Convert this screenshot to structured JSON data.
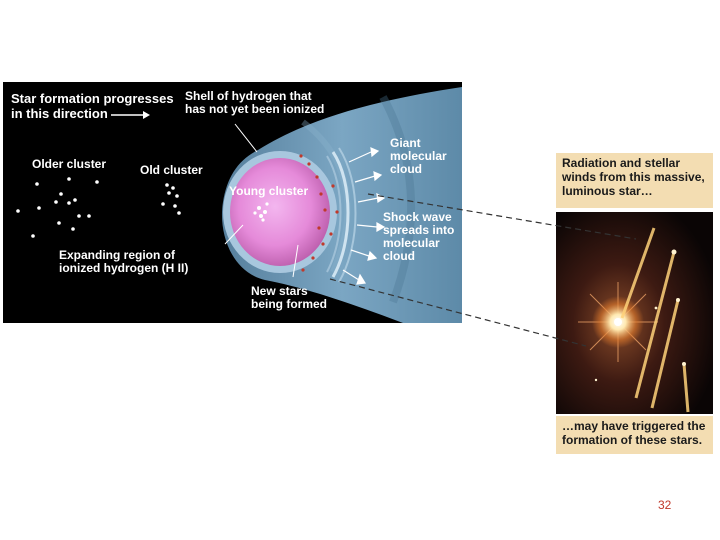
{
  "main_panel": {
    "title_line": "Star formation progresses\nin this direction",
    "shell_label": "Shell of hydrogen that\nhas not yet been ionized",
    "older_cluster_label": "Older cluster",
    "old_cluster_label": "Old cluster",
    "young_cluster_label": "Young cluster",
    "giant_cloud_label": "Giant\nmolecular\ncloud",
    "shock_wave_label": "Shock wave\nspreads into\nmolecular\ncloud",
    "expanding_region_label": "Expanding region of\nionized hydrogen (H II)",
    "new_stars_label": "New stars\nbeing formed"
  },
  "inset": {
    "caption_top": "Radiation and stellar\nwinds from this massive,\nluminous star…",
    "caption_bottom": "…may have triggered the\nformation of these stars."
  },
  "colors": {
    "panel_background": "#000000",
    "cloud": "#6a95b4",
    "young_cluster": "#e58ad9",
    "caption_background": "#f3ddb2",
    "page_number": "#c0392b"
  },
  "page_number": "32"
}
